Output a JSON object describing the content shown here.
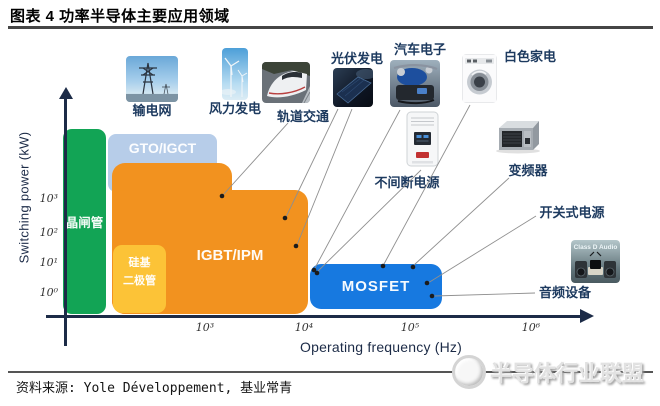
{
  "header": {
    "title": "图表 4 功率半导体主要应用领域"
  },
  "chart_data": {
    "type": "area",
    "title": "功率半导体主要应用领域",
    "xlabel": "Operating frequency (Hz)",
    "ylabel": "Switching power (kW)",
    "x_scale": "log",
    "y_scale": "log",
    "x_ticks": [
      "10³",
      "10⁴",
      "10⁵",
      "10⁶"
    ],
    "y_ticks": [
      "10³",
      "10²",
      "10¹",
      "10⁰"
    ],
    "device_regions": [
      {
        "name": "晶闸管",
        "color": "#12a455",
        "freq_hz": [
          10,
          100
        ],
        "power_kw": [
          0.1,
          100000
        ]
      },
      {
        "name": "GTO/IGCT",
        "color": "#b7cde9",
        "freq_hz": [
          100,
          1200
        ],
        "power_kw": [
          2000,
          100000
        ]
      },
      {
        "name": "IGBT/IPM",
        "color": "#f2921f",
        "freq_hz": [
          120,
          11000
        ],
        "power_kw": [
          0.1,
          12000
        ]
      },
      {
        "name": "硅基二极管",
        "name_line1": "硅基",
        "name_line2": "二极管",
        "color": "#fcc337",
        "freq_hz": [
          120,
          420
        ],
        "power_kw": [
          0.1,
          40
        ]
      },
      {
        "name": "MOSFET",
        "color": "#1779e0",
        "freq_hz": [
          10000,
          200000
        ],
        "power_kw": [
          0.2,
          10
        ]
      }
    ],
    "applications": [
      {
        "label": "输电网",
        "device": "GTO/IGCT"
      },
      {
        "label": "风力发电",
        "device": "IGBT/IPM"
      },
      {
        "label": "轨道交通",
        "device": "IGBT/IPM"
      },
      {
        "label": "光伏发电",
        "device": "IGBT/IPM"
      },
      {
        "label": "汽车电子",
        "device": "MOSFET"
      },
      {
        "label": "白色家电",
        "device": "MOSFET"
      },
      {
        "label": "不间断电源",
        "device": "MOSFET"
      },
      {
        "label": "变频器",
        "device": "MOSFET"
      },
      {
        "label": "开关式电源",
        "device": "MOSFET"
      },
      {
        "label": "音频设备",
        "device": "MOSFET"
      }
    ],
    "audio_image_caption": "Class D Audio"
  },
  "footer": {
    "source": "资料来源: Yole Développement,  基业常青",
    "watermark": "半导体行业联盟"
  }
}
